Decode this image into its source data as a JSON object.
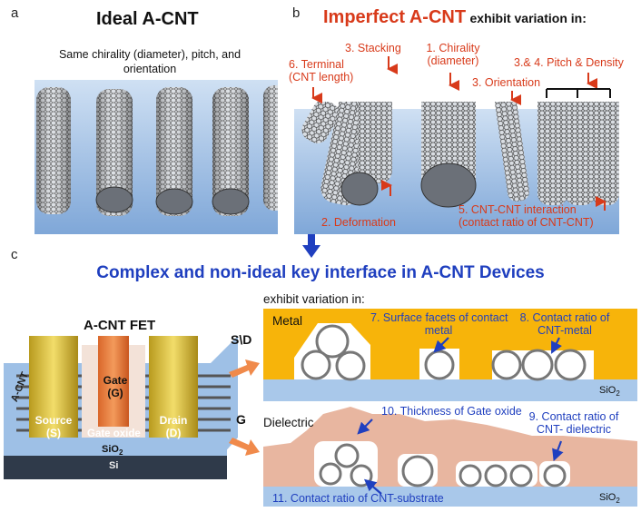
{
  "panel_a": {
    "letter": "a",
    "title": "Ideal A-CNT",
    "subtitle_line1": "Same chirality (diameter), pitch, and",
    "subtitle_line2": "orientation"
  },
  "panel_b": {
    "letter": "b",
    "title_red": "Imperfect A-CNT",
    "title_rest": "exhibit variation in:",
    "labels": {
      "terminal_1": "6. Terminal",
      "terminal_2": "(CNT length)",
      "stacking": "3. Stacking",
      "chirality_1": "1. Chirality",
      "chirality_2": "(diameter)",
      "pitch_density": "3.& 4. Pitch & Density",
      "orientation": "3. Orientation",
      "deformation": "2. Deformation",
      "interaction_1": "5. CNT-CNT interaction",
      "interaction_2": "(contact ratio of CNT-CNT)"
    }
  },
  "panel_c": {
    "letter": "c",
    "title": "Complex and non-ideal key interface in A-CNT Devices",
    "fet": {
      "title": "A-CNT FET",
      "side_label": "A-CNT",
      "gate_1": "Gate",
      "gate_2": "(G)",
      "source_1": "Source",
      "source_2": "(S)",
      "drain_1": "Drain",
      "drain_2": "(D)",
      "gate_oxide": "Gate oxide",
      "sio2": "SiO",
      "sio2_sub": "2",
      "si": "Si"
    },
    "arrow_sd": "S\\D",
    "arrow_g": "G",
    "variation_header": "exhibit variation in:",
    "metal": {
      "label": "Metal",
      "facets_1": "7. Surface facets of contact",
      "facets_2": "metal",
      "ratio_1": "8. Contact ratio of",
      "ratio_2": "CNT-metal",
      "sio2": "SiO",
      "sio2_sub": "2"
    },
    "dielectric": {
      "label": "Dielectric",
      "thickness": "10. Thickness of Gate oxide",
      "ratio_1": "9. Contact ratio of",
      "ratio_2": "CNT- dielectric",
      "substrate": "11. Contact ratio of CNT-substrate",
      "sio2": "SiO",
      "sio2_sub": "2"
    }
  },
  "colors": {
    "red_accent": "#d83a1a",
    "blue_accent": "#1f3fbf",
    "metal_fill": "#f7b40a",
    "dielectric_fill": "#e8b6a0",
    "sio2_fill": "#a9c8ea",
    "substrate_blue": "#8fb4e0"
  }
}
